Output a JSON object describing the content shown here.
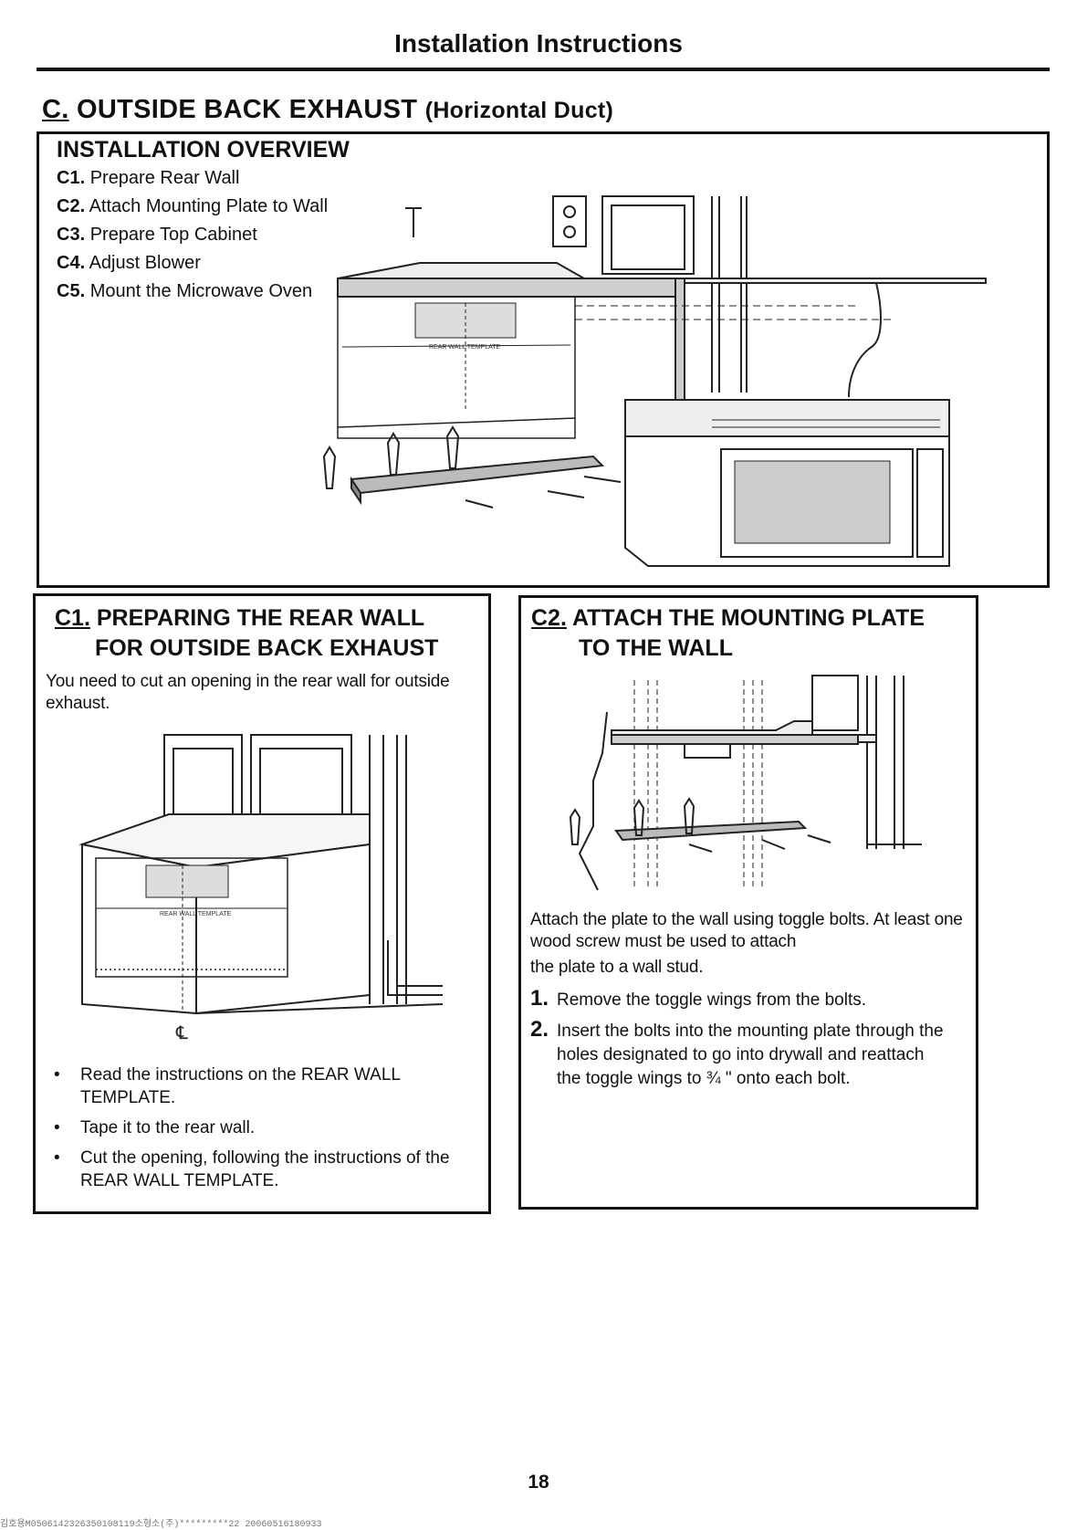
{
  "header": "Installation Instructions",
  "section": {
    "letter": "C.",
    "title": "OUTSIDE BACK EXHAUST",
    "subtitle": "(Horizontal Duct)"
  },
  "overview": {
    "title": "INSTALLATION OVERVIEW",
    "steps": [
      {
        "num": "C1.",
        "text": "Prepare Rear Wall"
      },
      {
        "num": "C2.",
        "text": "Attach Mounting Plate to Wall"
      },
      {
        "num": "C3.",
        "text": "Prepare Top Cabinet"
      },
      {
        "num": "C4.",
        "text": "Adjust Blower"
      },
      {
        "num": "C5.",
        "text": "Mount the Microwave Oven"
      }
    ],
    "template_label": "REAR WALL TEMPLATE"
  },
  "c1": {
    "num": "C1.",
    "title_line1": "PREPARING THE REAR WALL",
    "title_line2": "FOR OUTSIDE BACK EXHAUST",
    "intro": "You need to cut an opening in the rear wall for outside exhaust.",
    "centerline_symbol": "℄",
    "template_label": "REAR WALL TEMPLATE",
    "bullets": [
      "Read the instructions on the REAR WALL TEMPLATE.",
      "Tape it to the rear wall.",
      "Cut the opening, following the instructions of the REAR WALL TEMPLATE."
    ]
  },
  "c2": {
    "num": "C2.",
    "title_line1": "ATTACH THE MOUNTING PLATE",
    "title_line2": "TO THE WALL",
    "para1": "Attach the plate to the wall using toggle bolts. At least one wood screw must be used to attach",
    "para2": "the plate to a wall stud.",
    "steps": [
      {
        "num": "1.",
        "text": "Remove the toggle wings from the bolts."
      },
      {
        "num": "2.",
        "text": "Insert the bolts into the mounting plate through the holes designated to go into drywall and reattach the toggle wings to ¾ \" onto each bolt."
      }
    ]
  },
  "page_number": "18",
  "footer": "김호용M0506142326350108119소형소(주)*********22 20060516180933"
}
